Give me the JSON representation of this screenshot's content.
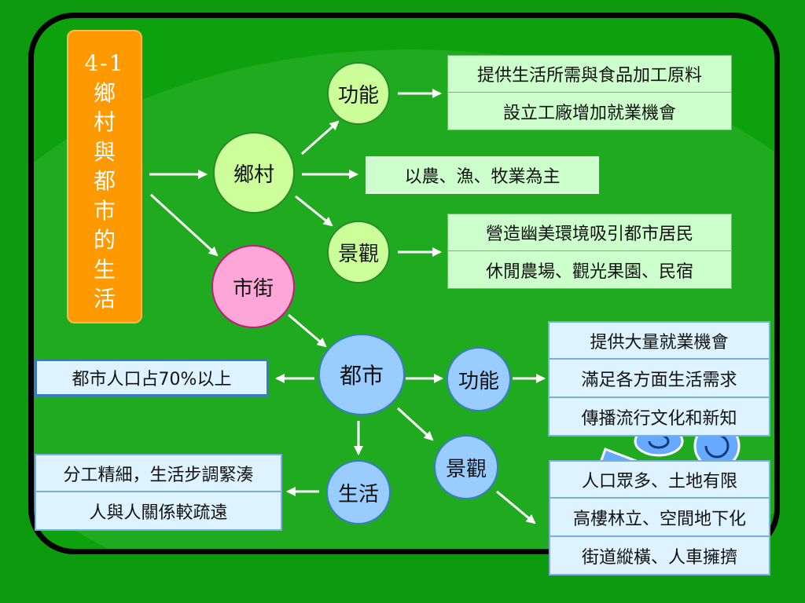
{
  "title": {
    "number": "4-1",
    "chars": [
      "鄉",
      "村",
      "與",
      "都",
      "市",
      "的",
      "生",
      "活"
    ]
  },
  "nodes": {
    "rural": "鄉村",
    "rural_function": "功能",
    "rural_scenery": "景觀",
    "market_street": "市街",
    "city": "都市",
    "city_function": "功能",
    "city_scenery": "景觀",
    "city_life": "生活"
  },
  "boxes": {
    "rural_function": [
      "提供生活所需與食品加工原料",
      "設立工廠增加就業機會"
    ],
    "rural_main": "以農、漁、牧業為主",
    "rural_scenery": [
      "營造幽美環境吸引都市居民",
      "休閒農場、觀光果園、民宿"
    ],
    "city_population": "都市人口占70%以上",
    "city_function": [
      "提供大量就業機會",
      "滿足各方面生活需求",
      "傳播流行文化和新知"
    ],
    "city_life": [
      "分工精細，生活步調緊湊",
      "人與人關係較疏遠"
    ],
    "city_scenery": [
      "人口眾多、土地有限",
      "高樓林立、空間地下化",
      "街道縱橫、人車擁擠"
    ]
  },
  "colors": {
    "background": "#0e9a0e",
    "title_box": "#ff9900",
    "rural_node": "#ccff99",
    "street_node": "#ffa6d9",
    "city_node": "#99ccff",
    "arrow": "#ffffff"
  }
}
